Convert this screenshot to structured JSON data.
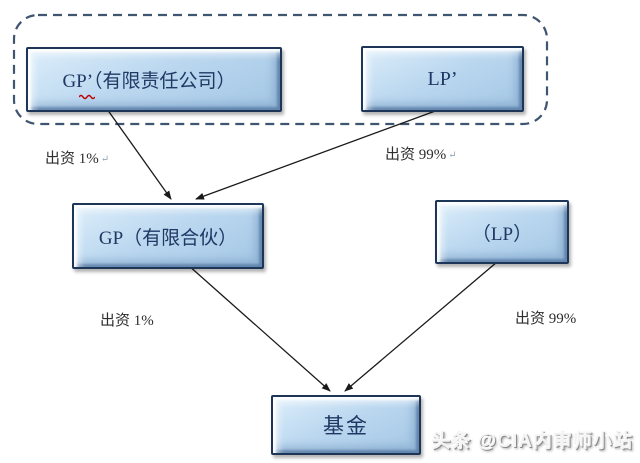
{
  "diagram": {
    "nodes": {
      "gp_parent": {
        "label": "GP’（有限责任公司）"
      },
      "lp_parent": {
        "label": "LP’"
      },
      "gp": {
        "label": "GP（有限合伙）"
      },
      "lp": {
        "label": "（LP）"
      },
      "fund": {
        "label": "基金"
      }
    },
    "edge_labels": [
      {
        "text": "出资 1%",
        "mark": "↵"
      },
      {
        "text": "出资 99%",
        "mark": "↵"
      },
      {
        "text": "出资 1%",
        "mark": ""
      },
      {
        "text": "出资 99%",
        "mark": ""
      }
    ],
    "icons": {
      "spellcheck_squiggle": "red-wavy-underline"
    },
    "colors": {
      "box_fill": "#bcd8f0",
      "box_border": "#1d3557",
      "box_text": "#1f3864",
      "dashed_border": "#3f5570",
      "arrow": "#1a1a1a",
      "spellcheck_squiggle": "#c00000"
    }
  },
  "watermark": {
    "text": "头条 @CIA内审师小站"
  }
}
